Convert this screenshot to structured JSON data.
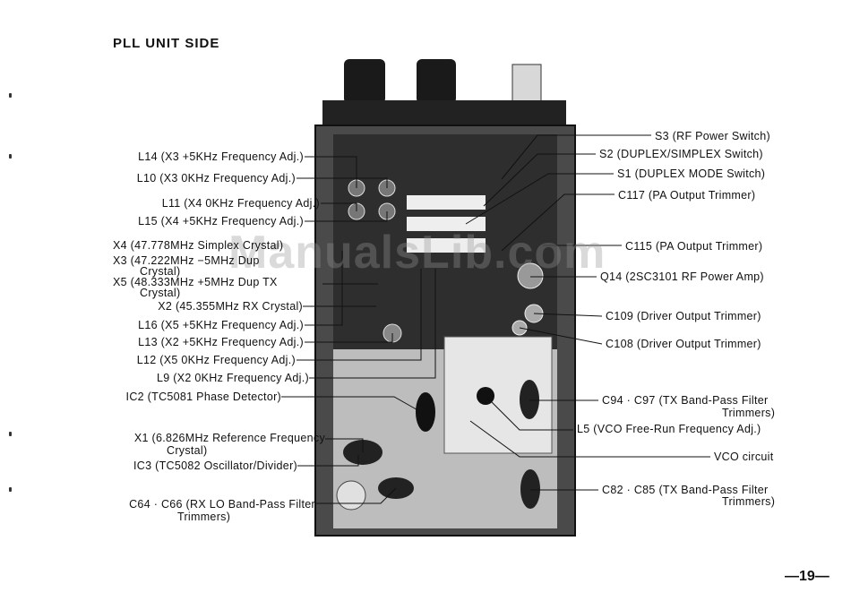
{
  "page": {
    "title": "PLL UNIT SIDE",
    "page_number": "—19—",
    "watermark": "ManualsLib.com"
  },
  "left_labels": [
    "L14 (X3 +5KHz Frequency Adj.)",
    "L10 (X3 0KHz Frequency Adj.)",
    "L11 (X4 0KHz Frequency Adj.)",
    "L15 (X4 +5KHz Frequency Adj.)",
    "X4 (47.778MHz Simplex Crystal)",
    "X3 (47.222MHz −5MHz Dup",
    "Crystal)",
    "X5 (48.333MHz +5MHz Dup TX",
    "Crystal)",
    "X2 (45.355MHz RX Crystal)",
    "L16 (X5 +5KHz Frequency Adj.)",
    "L13 (X2 +5KHz Frequency Adj.)",
    "L12 (X5 0KHz Frequency Adj.)",
    "L9 (X2 0KHz Frequency Adj.)",
    "IC2 (TC5081 Phase Detector)",
    "X1 (6.826MHz Reference Frequency",
    "Crystal)",
    "IC3 (TC5082 Oscillator/Divider)",
    "C64 · C66 (RX LO Band-Pass Filter",
    "Trimmers)"
  ],
  "right_labels": [
    "S3 (RF Power Switch)",
    "S2 (DUPLEX/SIMPLEX Switch)",
    "S1 (DUPLEX MODE Switch)",
    "C117 (PA Output Trimmer)",
    "C115 (PA Output Trimmer)",
    "Q14 (2SC3101 RF Power Amp)",
    "C109 (Driver Output Trimmer)",
    "C108 (Driver Output Trimmer)",
    "C94 · C97 (TX Band-Pass Filter",
    "Trimmers)",
    "L5 (VCO Free-Run Frequency Adj.)",
    "VCO circuit",
    "C82 · C85 (TX Band-Pass Filter",
    "Trimmers)"
  ]
}
